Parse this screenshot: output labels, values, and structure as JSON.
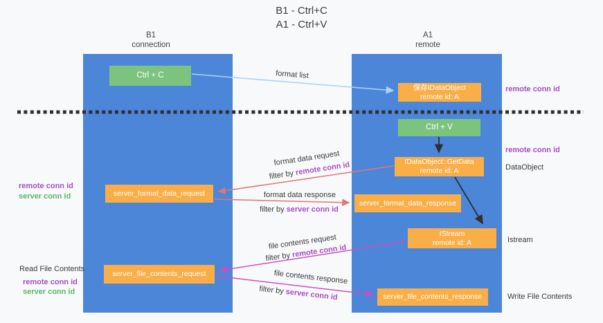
{
  "title": {
    "line1": "B1 - Ctrl+C",
    "line2": "A1 - Ctrl+V"
  },
  "lanes": {
    "b1": {
      "header_line1": "B1",
      "header_line2": "connection"
    },
    "a1": {
      "header_line1": "A1",
      "header_line2": "remote"
    }
  },
  "nodes": {
    "ctrl_c": "Ctrl + C",
    "ctrl_v": "Ctrl + V",
    "save_idataobject": {
      "line1": "保存IDataObject",
      "line2": "remote id: A"
    },
    "getdata": {
      "line1": "IDataObject::GetData",
      "line2": "remote id: A"
    },
    "istream": {
      "line1": "IStream",
      "line2": "remote id: A"
    },
    "format_request": "server_format_data_request",
    "format_response": "server_format_data_response",
    "file_request": "server_file_contents_request",
    "file_response": "server_file_contents_response"
  },
  "arrow_labels": {
    "format_list": "format list",
    "format_data_request": "format data request",
    "format_data_response": "format data response",
    "file_contents_request": "file contents request",
    "file_contents_response": "file contents response",
    "filter_by": "filter by",
    "remote_conn_id": "remote conn id",
    "server_conn_id": "server conn id"
  },
  "side_labels": {
    "right_top_remote_conn_id": "remote conn id",
    "right_mid_remote_conn_id": "remote conn id",
    "dataobject": "DataObject",
    "istream": "Istream",
    "write_file_contents": "Write File Contents",
    "left_remote_conn_id": "remote conn id",
    "left_server_conn_id": "server conn id",
    "read_file_contents": "Read File Contents",
    "left2_remote_conn_id": "remote conn id",
    "left2_server_conn_id": "server conn id"
  },
  "colors": {
    "lane_blue": "#4c86d9",
    "node_green": "#7cc47e",
    "node_orange": "#f9ae47",
    "arrow_light_blue": "#a9d3f1",
    "arrow_red": "#e57373",
    "arrow_magenta": "#cb4ec0",
    "arrow_black": "#2f2f2f",
    "text_purple": "#a64dc6",
    "text_green": "#5cb567",
    "divider_dark": "#2e2e2e"
  }
}
